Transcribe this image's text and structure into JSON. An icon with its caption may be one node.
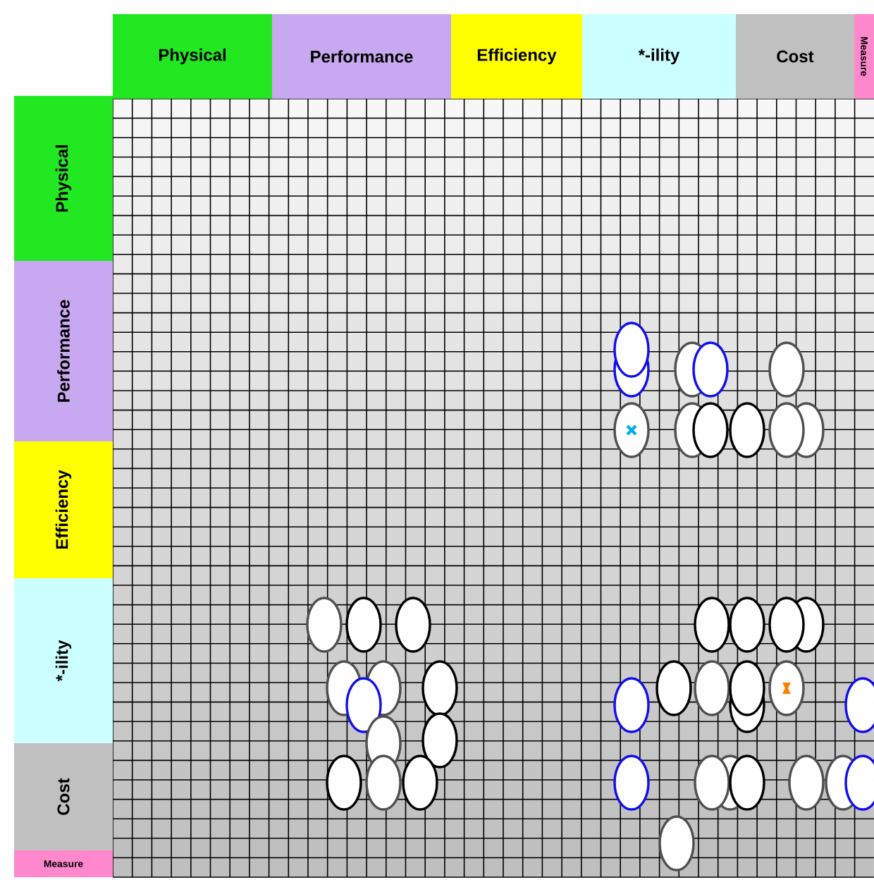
{
  "diagram": {
    "nodes": [
      {
        "text": [
          "Physical"
        ]
      },
      {
        "text": [
          "Performance"
        ]
      },
      {
        "text": [
          "Efficiency"
        ]
      },
      {
        "text": [
          "*-ility"
        ]
      },
      {
        "text": [
          "Cost"
        ]
      },
      {
        "text": [
          "Measure"
        ]
      },
      {
        "text": [
          "Physical"
        ]
      },
      {
        "text": [
          "Performance"
        ]
      },
      {
        "text": [
          "Efficiency"
        ]
      },
      {
        "text": [
          "*-ility"
        ]
      },
      {
        "text": [
          "Cost"
        ]
      },
      {
        "text": [
          "Measure"
        ]
      }
    ]
  }
}
